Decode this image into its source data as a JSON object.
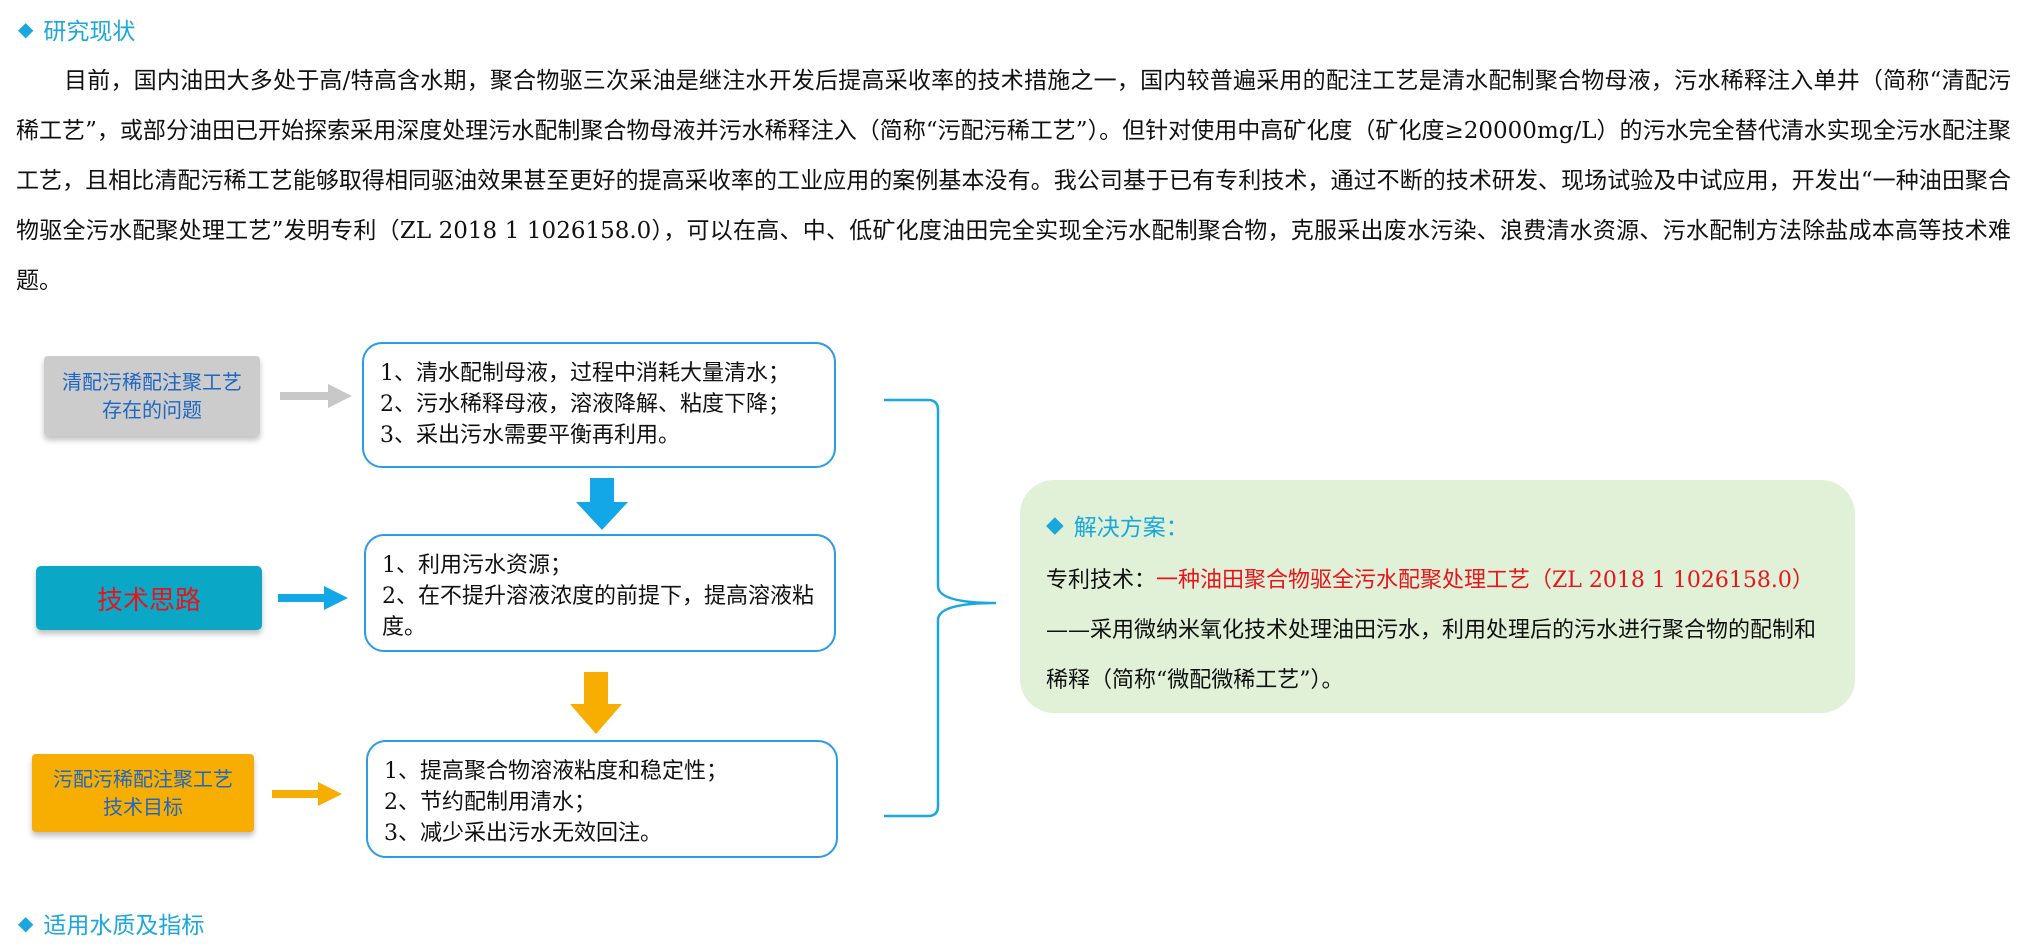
{
  "sections": {
    "research_status": "研究现状",
    "water_quality": "适用水质及指标"
  },
  "intro": "目前，国内油田大多处于高/特高含水期，聚合物驱三次采油是继注水开发后提高采收率的技术措施之一，国内较普遍采用的配注工艺是清水配制聚合物母液，污水稀释注入单井（简称“清配污稀工艺”，或部分油田已开始探索采用深度处理污水配制聚合物母液并污水稀释注入（简称“污配污稀工艺”）。但针对使用中高矿化度（矿化度≥20000mg/L）的污水完全替代清水实现全污水配注聚工艺，且相比清配污稀工艺能够取得相同驱油效果甚至更好的提高采收率的工业应用的案例基本没有。我公司基于已有专利技术，通过不断的技术研发、现场试验及中试应用，开发出“一种油田聚合物驱全污水配聚处理工艺”发明专利（ZL 2018 1 1026158.0），可以在高、中、低矿化度油田完全实现全污水配制聚合物，克服采出废水污染、浪费清水资源、污水配制方法除盐成本高等技术难题。",
  "flow": {
    "problem_label": [
      "清配污稀配注聚工艺",
      "存在的问题"
    ],
    "problem_items": [
      "1、清水配制母液，过程中消耗大量清水；",
      "2、污水稀释母液，溶液降解、粘度下降；",
      "3、采出污水需要平衡再利用。"
    ],
    "idea_label": "技术思路",
    "idea_items": [
      "1、利用污水资源；",
      "2、在不提升溶液浓度的前提下，提高溶液粘度。"
    ],
    "goal_label": [
      "污配污稀配注聚工艺",
      "技术目标"
    ],
    "goal_items": [
      "1、提高聚合物溶液粘度和稳定性；",
      "2、节约配制用清水；",
      "3、减少采出污水无效回注。"
    ]
  },
  "solution": {
    "title": "解决方案：",
    "patent_prefix": "专利技术：",
    "patent_name": "一种油田聚合物驱全污水配聚处理工艺（ZL 2018 1 1026158.0）",
    "description": "——采用微纳米氧化技术处理油田污水，利用处理后的污水进行聚合物的配制和稀释（简称“微配微稀工艺”）。"
  },
  "colors": {
    "accent": "#1aa7dd",
    "box_border": "#2b9be6",
    "gray_label": "#cccccc",
    "teal_label": "#0aa8c6",
    "orange_label": "#f7ae00",
    "solution_bg": "#e0f1d8",
    "red": "#e8141c"
  }
}
